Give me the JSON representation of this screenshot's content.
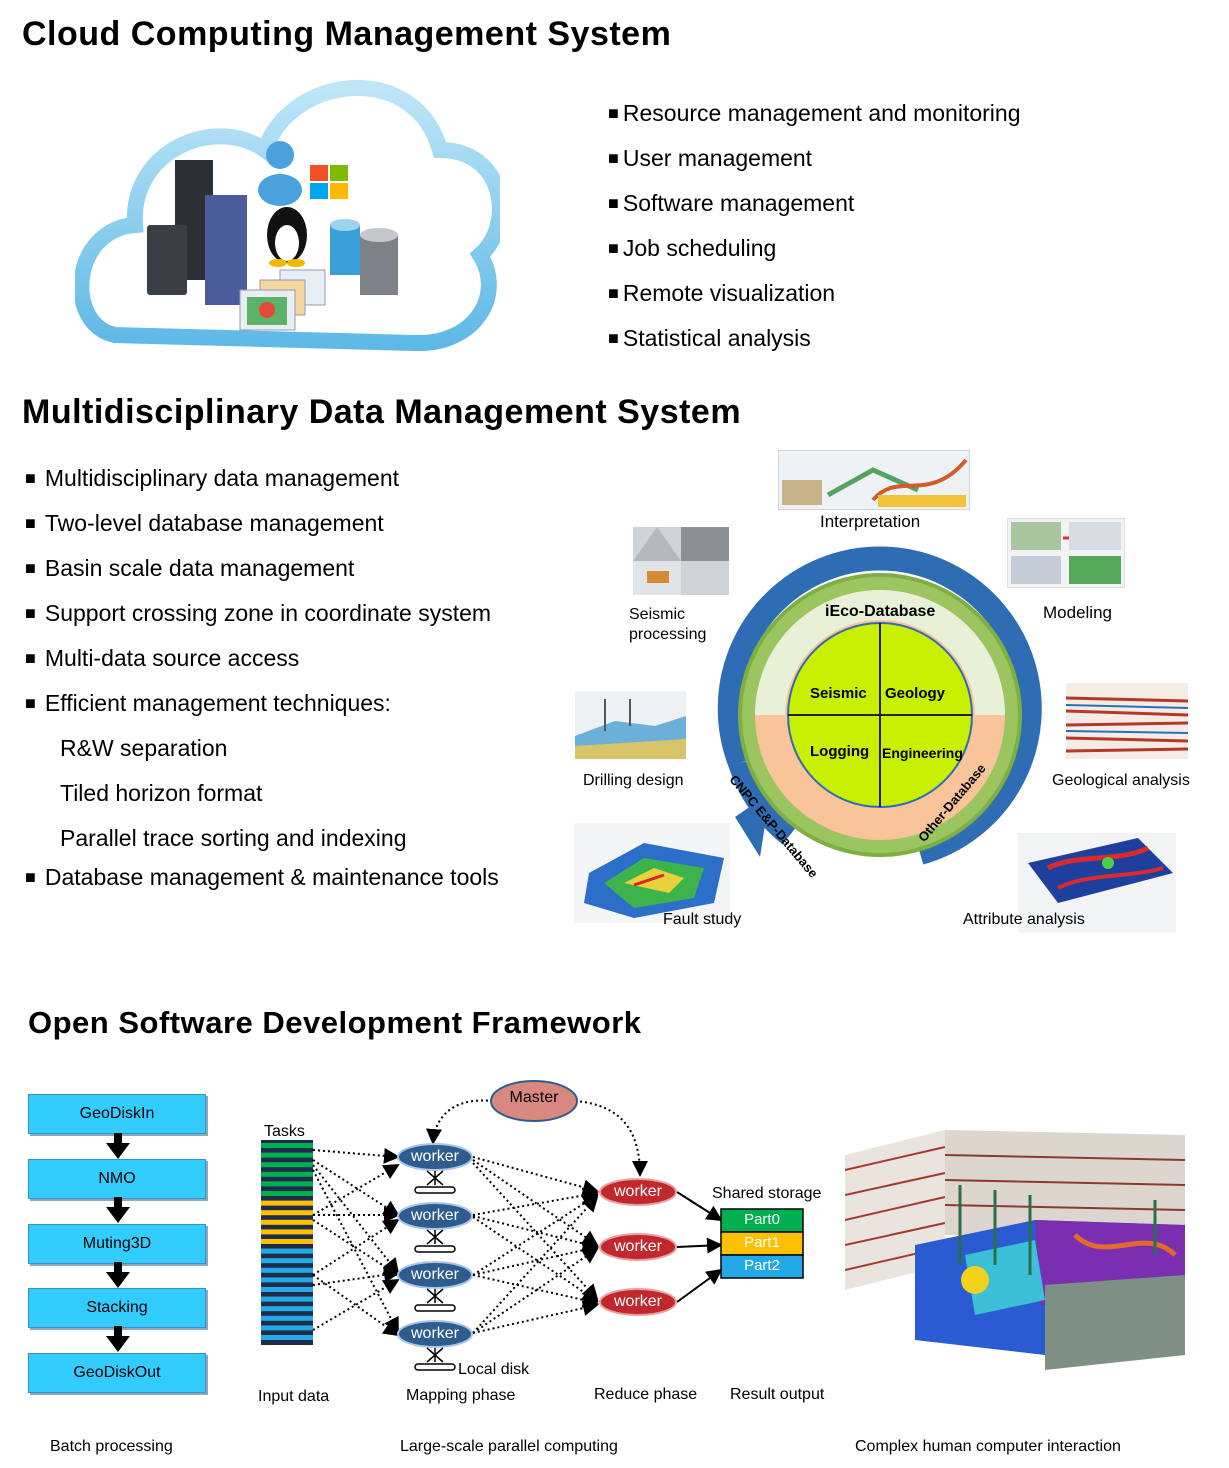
{
  "section1": {
    "title": "Cloud Computing Management System",
    "items": [
      "Resource management and monitoring",
      "User management",
      "Software management",
      "Job scheduling",
      "Remote visualization",
      "Statistical analysis"
    ]
  },
  "section2": {
    "title": "Multidisciplinary Data Management System",
    "items": [
      "Multidisciplinary data management",
      "Two-level database management",
      "Basin scale data management",
      "Support crossing zone in coordinate system",
      "Multi-data source access",
      "Efficient management techniques:"
    ],
    "subitems": [
      "R&W separation",
      "Tiled horizon format",
      "Parallel trace sorting and indexing"
    ],
    "last_item": "Database management & maintenance tools",
    "ring": {
      "top": "iEco-Database",
      "left": "CNPC E&P-Database",
      "right": "Other-Database",
      "quadrants": [
        "Seismic",
        "Geology",
        "Logging",
        "Engineering"
      ]
    },
    "captions": {
      "interpretation": "Interpretation",
      "modeling": "Modeling",
      "seismic_processing_1": "Seismic",
      "seismic_processing_2": "processing",
      "geological_analysis": "Geological analysis",
      "drilling_design": "Drilling design",
      "fault_study": "Fault study",
      "attribute_analysis": "Attribute analysis"
    }
  },
  "section3": {
    "title": "Open Software Development Framework",
    "flow": [
      "GeoDiskIn",
      "NMO",
      "Muting3D",
      "Stacking",
      "GeoDiskOut"
    ],
    "parallel": {
      "master": "Master",
      "tasks": "Tasks",
      "worker": "worker",
      "local_disk": "Local disk",
      "shared_storage": "Shared storage",
      "parts": [
        "Part0",
        "Part1",
        "Part2"
      ],
      "phases": [
        "Input data",
        "Mapping phase",
        "Reduce phase",
        "Result output"
      ]
    },
    "captions": [
      "Batch processing",
      "Large-scale parallel computing",
      "Complex  human  computer interaction"
    ]
  },
  "colors": {
    "cloud_blue": "#4db6e8",
    "ring_blue": "#2e6db4",
    "ring_green": "#7fae42",
    "ring_peach": "#f9c49a",
    "quad_green": "#c8f000",
    "flow_cyan": "#33ccff",
    "worker_blue": "#2f5c8f",
    "worker_red": "#c0282d",
    "master_pink": "#d98880",
    "part0": "#00b050",
    "part1": "#ffc000",
    "part2": "#22a9e6"
  }
}
